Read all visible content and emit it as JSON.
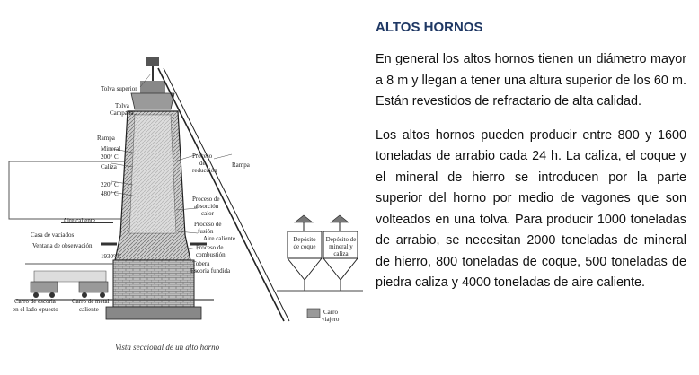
{
  "article": {
    "heading": "ALTOS HORNOS",
    "paragraphs": [
      "En general los altos hornos tienen un diámetro mayor a 8 m y llegan a tener una altura superior de los 60 m. Están revestidos de refractario de alta calidad.",
      "Los altos hornos pueden producir entre 800 y 1600 toneladas de arrabio cada 24 h. La caliza, el coque y el mineral de hierro se introducen por la parte superior del horno por medio de vagones que son volteados en una tolva. Para producir 1000 toneladas de arrabio, se necesitan 2000 toneladas de mineral de hierro, 800 toneladas de coque, 500 toneladas de piedra caliza y 4000 toneladas de aire caliente."
    ]
  },
  "figure": {
    "caption": "Vista seccional de un alto horno",
    "labels": {
      "tolva_superior": "Tolva superior",
      "tolva": "Tolva",
      "campana": "Campana",
      "rampa_left": "Rampa",
      "mineral": "Mineral",
      "t200": "200° C",
      "caliza": "Caliza",
      "t220": "220° C",
      "t480": "480° C",
      "aire_caliente_left": "Aire caliente",
      "casa_vaciados": "Casa de vaciados",
      "ventana_observacion": "Ventana de observación",
      "t1930": "1930° C",
      "carro_escoria": "Carro de escoria",
      "lado_opuesto": "en el lado opuesto",
      "carro_metal": "Carro de metal",
      "caliente": "caliente",
      "rampa_right": "Rampa",
      "proceso": "Proceso",
      "de": "de",
      "reduccion": "reducción",
      "proceso_absorcion": "Proceso de",
      "absorcion": "absorción",
      "calor": "calor",
      "proceso_fusion": "Proceso de",
      "fusion": "fusión",
      "aire_caliente_right": "Aire caliente",
      "proceso_combustion": "Proceso de",
      "combustion": "combustión",
      "tobera": "Tobera",
      "escoria_fundida": "Escoria fundida",
      "deposito": "Depósito",
      "de_coque": "de coque",
      "deposito2": "Depósito de",
      "mineral_y": "mineral y",
      "caliza2": "caliza",
      "carro": "Carro",
      "viajero": "viajero"
    }
  }
}
